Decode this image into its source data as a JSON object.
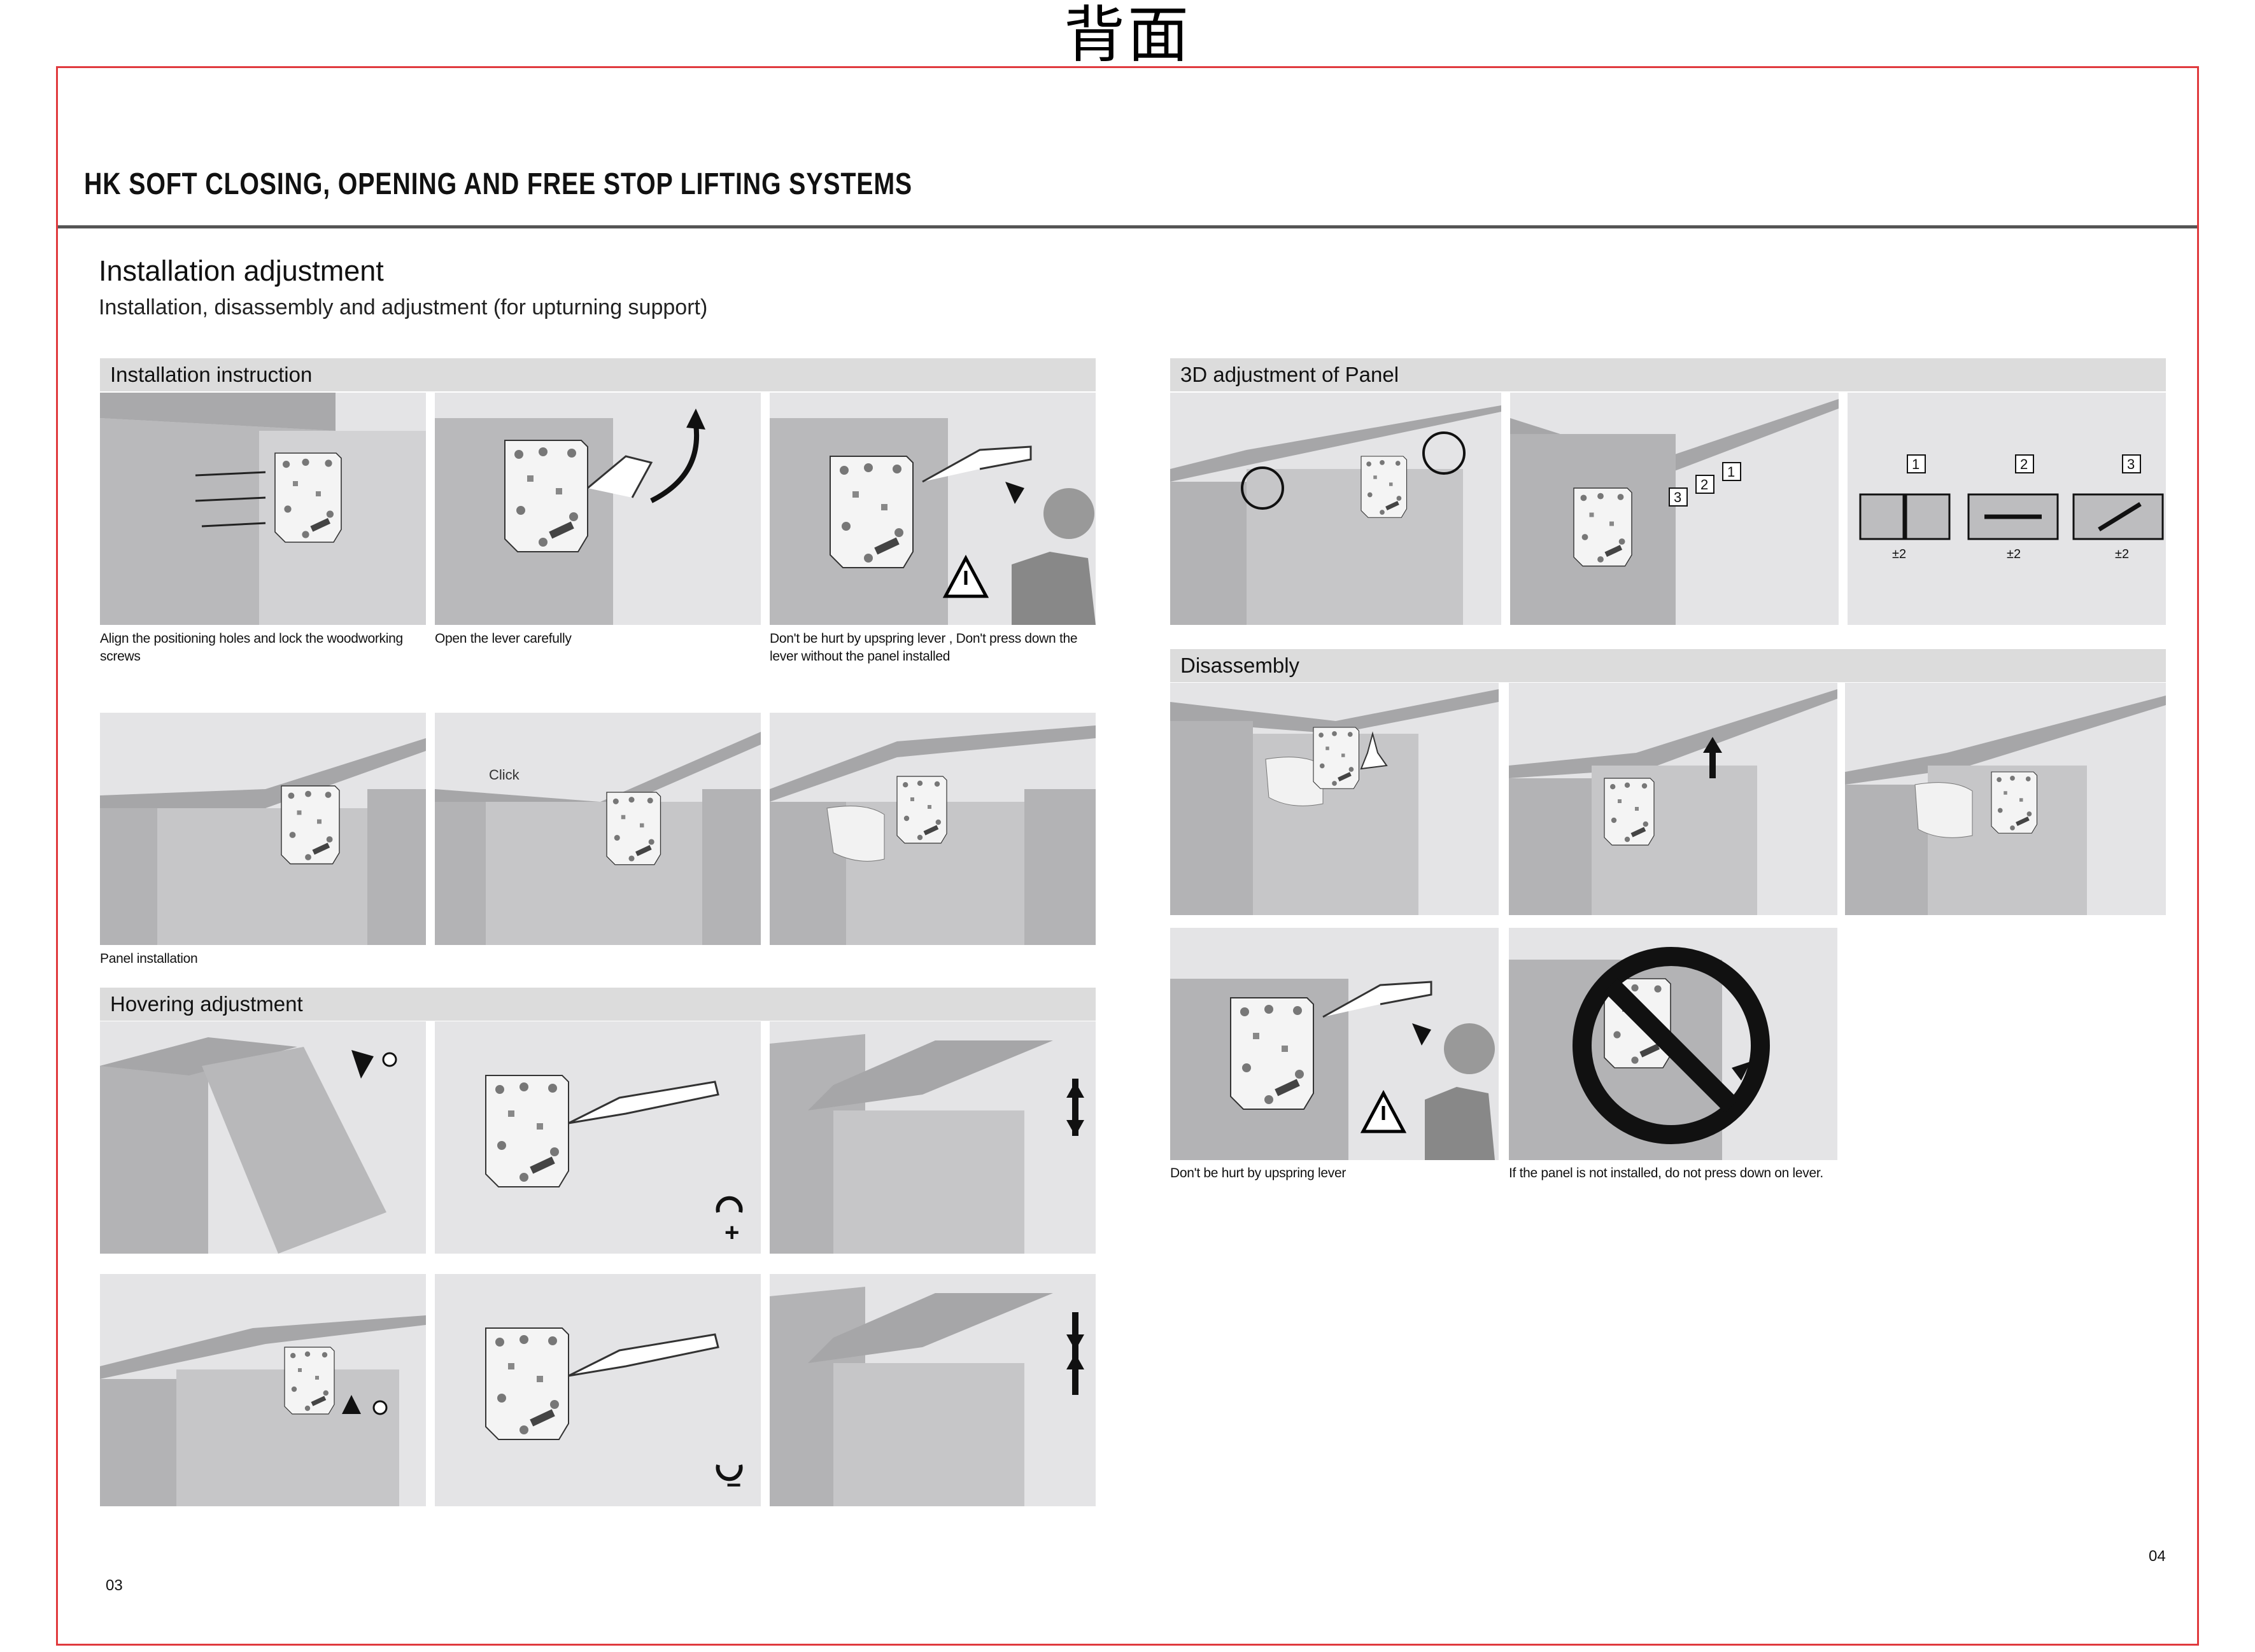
{
  "page_label": "背面",
  "header": {
    "title": "HK SOFT CLOSING, OPENING AND FREE STOP LIFTING SYSTEMS"
  },
  "intro": {
    "title": "Installation adjustment",
    "subtitle": "Installation, disassembly and adjustment (for upturning support)"
  },
  "sections": {
    "installation": "Installation instruction",
    "hovering": "Hovering adjustment",
    "adjust3d": "3D adjustment of Panel",
    "disassembly": "Disassembly"
  },
  "captions": {
    "align_holes": "Align the positioning holes and lock the woodworking screws",
    "open_lever": "Open the lever carefully",
    "dont_hurt_press": "Don't be hurt by upspring lever , Don't press down the lever  without the panel installed",
    "panel_installation": "Panel installation",
    "dont_hurt": "Don't be hurt by upspring lever",
    "not_installed": "If the panel is not installed, do not press down on lever."
  },
  "labels": {
    "click": "Click",
    "plus": "+",
    "minus": "−",
    "callout_1": "1",
    "callout_2": "2",
    "callout_3": "3",
    "tolerance": "±2"
  },
  "page_numbers": {
    "left": "03",
    "right": "04"
  },
  "colors": {
    "frame": "#e03a3e",
    "section_bar": "#dcdcdc",
    "panel_bg": "#e4e4e6",
    "rule": "#555555"
  }
}
